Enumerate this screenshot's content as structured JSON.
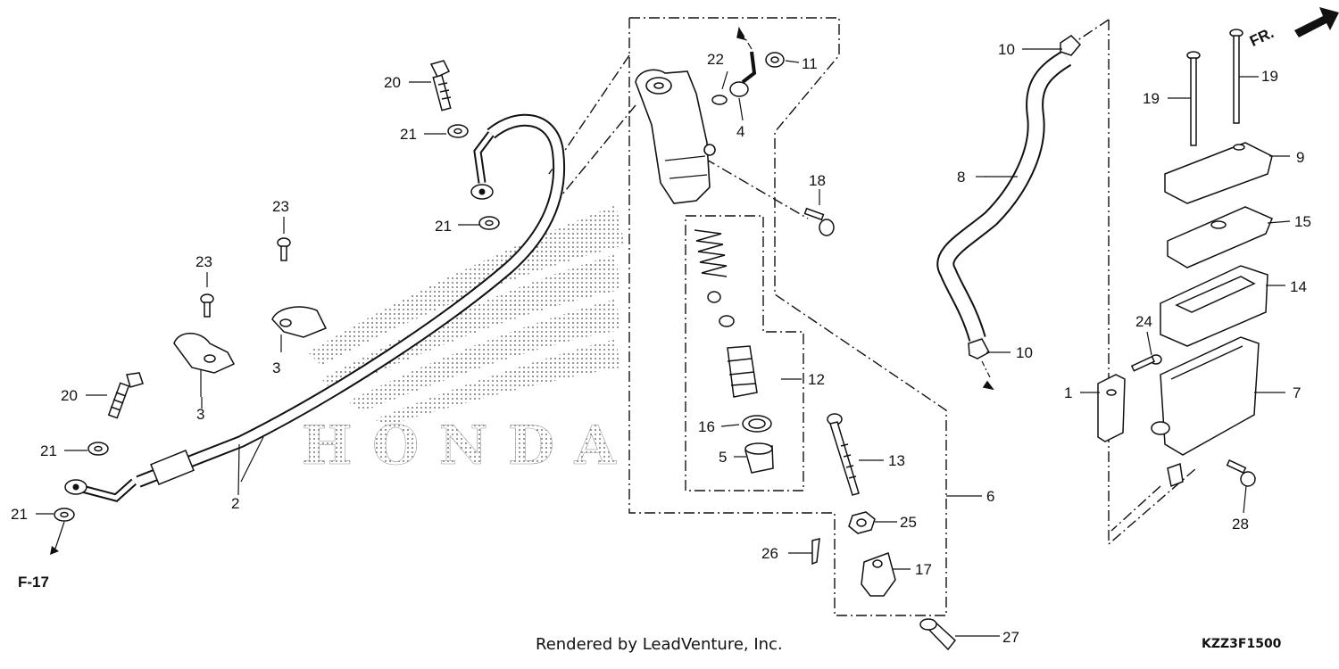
{
  "watermark": {
    "brand_text": "HONDA"
  },
  "direction": {
    "label": "FR."
  },
  "reference": {
    "label": "F-17"
  },
  "footer": {
    "credit": "Rendered by LeadVenture, Inc.",
    "diagram_code": "KZZ3F1500"
  },
  "callouts": {
    "c1": "1",
    "c2": "2",
    "c3a": "3",
    "c3b": "3",
    "c4": "4",
    "c5": "5",
    "c6": "6",
    "c7": "7",
    "c8": "8",
    "c9": "9",
    "c10a": "10",
    "c10b": "10",
    "c11": "11",
    "c12": "12",
    "c13": "13",
    "c14": "14",
    "c15": "15",
    "c16": "16",
    "c17": "17",
    "c18": "18",
    "c19a": "19",
    "c19b": "19",
    "c20a": "20",
    "c20b": "20",
    "c21a": "21",
    "c21b": "21",
    "c21c": "21",
    "c21d": "21",
    "c22": "22",
    "c23a": "23",
    "c23b": "23",
    "c24": "24",
    "c25": "25",
    "c26": "26",
    "c27": "27",
    "c28": "28"
  }
}
